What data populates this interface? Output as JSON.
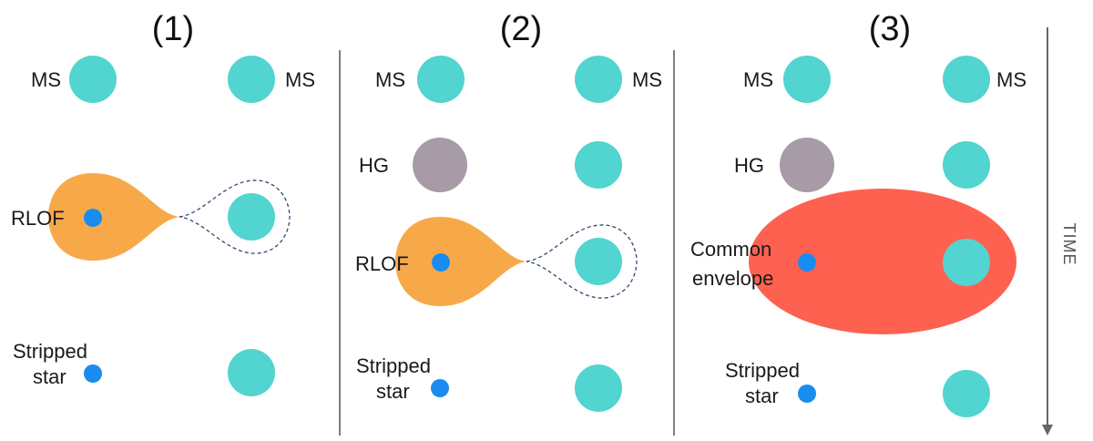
{
  "panels": [
    {
      "title": "(1)"
    },
    {
      "title": "(2)"
    },
    {
      "title": "(3)"
    }
  ],
  "labels": {
    "ms": "MS",
    "hg": "HG",
    "rlof": "RLOF",
    "stripped_line1": "Stripped",
    "stripped_line2": "star",
    "common_line1": "Common",
    "common_line2": "envelope"
  },
  "time_label": "TIME",
  "colors": {
    "main_sequence": "#52d4d0",
    "hertzsprung_gap": "#a89ba8",
    "rlof_lobe": "#f7a94a",
    "common_envelope": "#ff6150",
    "stripped_core": "#1a8cf0",
    "divider": "#555555",
    "time_arrow": "#666666",
    "roche_outline": "#2e4a6e"
  }
}
